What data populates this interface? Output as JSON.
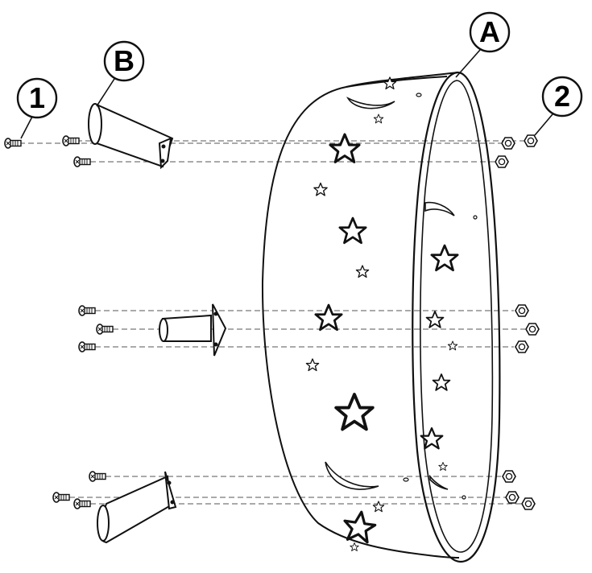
{
  "callouts": {
    "part_a": "A",
    "part_b": "B",
    "screw": "1",
    "nut": "2"
  },
  "colors": {
    "ink": "#111111",
    "guide": "#666666",
    "background": "#ffffff"
  },
  "icons": {
    "screw": "screw-icon",
    "nut": "hex-nut-icon",
    "leg": "leg-bracket",
    "ring": "fire-ring-bowl"
  }
}
